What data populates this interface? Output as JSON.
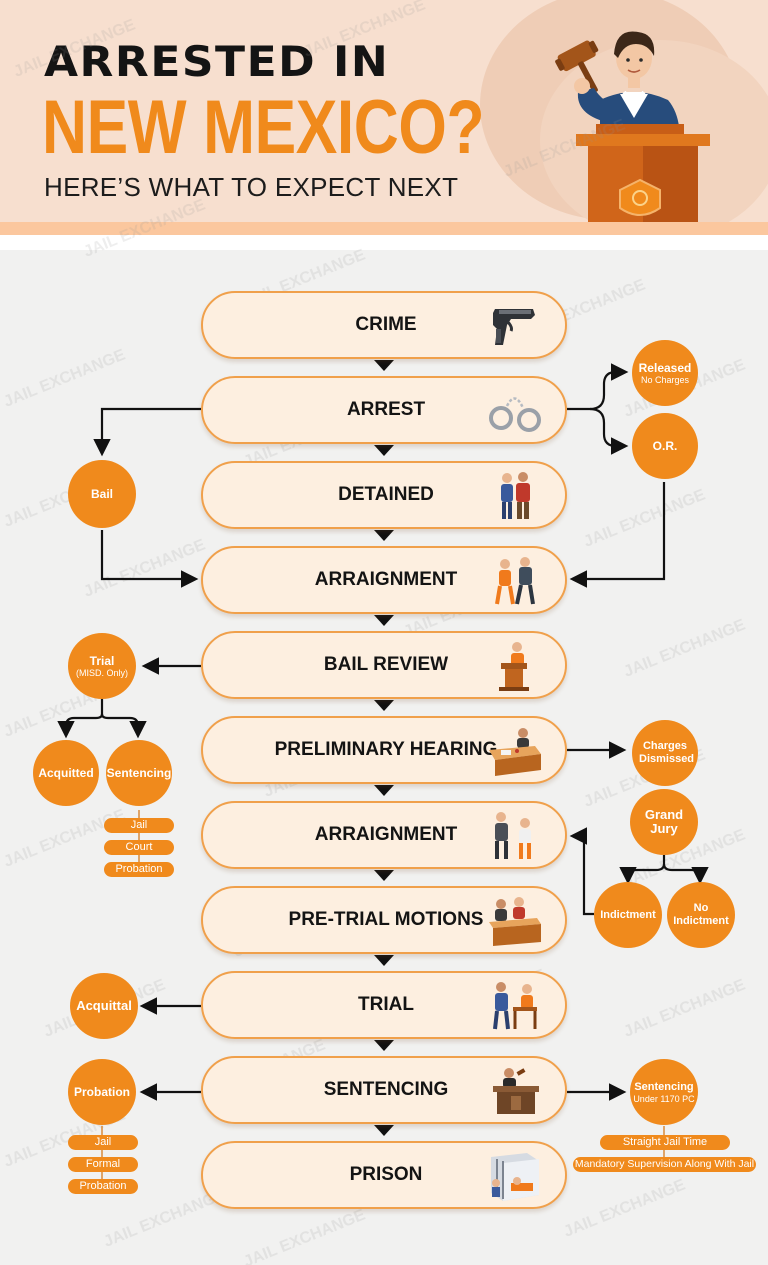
{
  "header": {
    "title_line1": "ARRESTED IN",
    "title_line2": "NEW MEXICO?",
    "subtitle": "HERE’S WHAT TO EXPECT NEXT"
  },
  "watermark": "JAIL EXCHANGE",
  "colors": {
    "accent": "#f08a1c",
    "stage_fill": "#fdefe0",
    "stage_border": "#f0a04b",
    "header_bg": "#f7dfcf",
    "connector": "#111111"
  },
  "stages": [
    {
      "label": "CRIME",
      "icon": "handgun-icon"
    },
    {
      "label": "ARREST",
      "icon": "handcuffs-icon"
    },
    {
      "label": "DETAINED",
      "icon": "officer-escort-icon"
    },
    {
      "label": "ARRAIGNMENT",
      "icon": "prisoner-escort-icon"
    },
    {
      "label": "BAIL REVIEW",
      "icon": "judge-podium-icon"
    },
    {
      "label": "PRELIMINARY HEARING",
      "icon": "court-desk-icon"
    },
    {
      "label": "ARRAIGNMENT",
      "icon": "inmate-officer-icon"
    },
    {
      "label": "PRE-TRIAL MOTIONS",
      "icon": "lawyers-desk-icon"
    },
    {
      "label": "TRIAL",
      "icon": "courtroom-trial-icon"
    },
    {
      "label": "SENTENCING",
      "icon": "judge-bench-icon"
    },
    {
      "label": "PRISON",
      "icon": "prison-cell-icon"
    }
  ],
  "outcomes": {
    "released": {
      "main": "Released",
      "sub": "No Charges"
    },
    "or": {
      "main": "O.R."
    },
    "bail": {
      "main": "Bail"
    },
    "trial_misd": {
      "main": "Trial",
      "sub": "(MISD. Only)"
    },
    "acquitted": {
      "main": "Acquitted"
    },
    "sentencing_misd": {
      "main": "Sentencing"
    },
    "sentencing_misd_options": [
      "Jail",
      "Court",
      "Probation"
    ],
    "charges_dismissed": {
      "main": "Charges Dismissed"
    },
    "grand_jury": {
      "main": "Grand Jury"
    },
    "indictment": {
      "main": "Indictment"
    },
    "no_indictment": {
      "main": "No Indictment"
    },
    "acquittal": {
      "main": "Acquittal"
    },
    "probation": {
      "main": "Probation"
    },
    "probation_options": [
      "Jail",
      "Formal",
      "Probation"
    ],
    "sentencing_1170": {
      "main": "Sentencing",
      "sub": "Under 1170 PC"
    },
    "sentencing_1170_options": [
      "Straight Jail Time",
      "Mandatory Supervision Along With Jail"
    ]
  }
}
